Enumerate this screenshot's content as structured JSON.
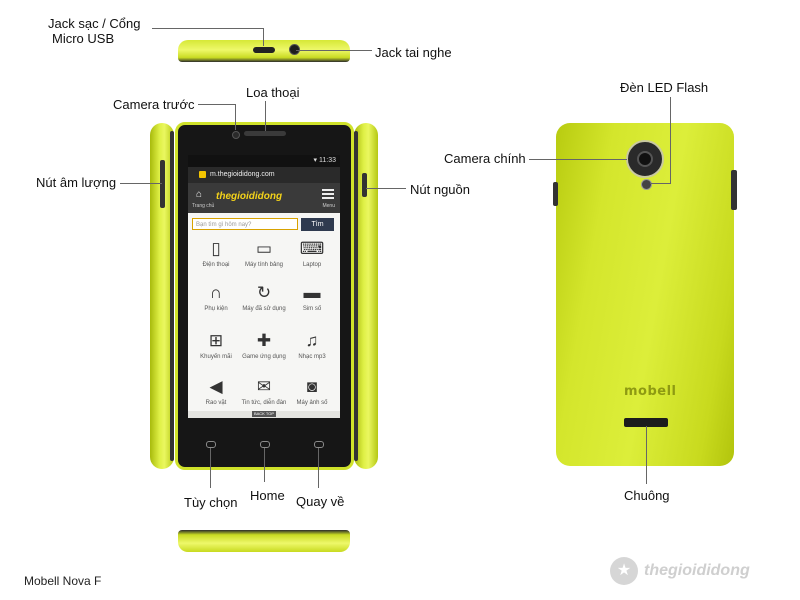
{
  "labels": {
    "charging_port": "Jack sạc / Cổng\nMicro USB",
    "headphone_jack": "Jack tai nghe",
    "front_camera": "Camera trước",
    "earpiece": "Loa thoại",
    "volume_button": "Nút âm lượng",
    "power_button": "Nút nguồn",
    "menu_key": "Tùy chọn",
    "home_key": "Home",
    "back_key": "Quay về",
    "main_camera": "Camera chính",
    "led_flash": "Đèn LED Flash",
    "speaker": "Chuông"
  },
  "phone_screen": {
    "status_time": "11:33",
    "url": "m.thegioididong.com",
    "site_logo": "thegioididong",
    "home_label": "Trang chủ",
    "menu_label": "Menu",
    "search_placeholder": "Bạn tìm gì hôm nay?",
    "search_button": "Tìm",
    "categories": [
      {
        "label": "Điện thoại",
        "icon": "phone-icon"
      },
      {
        "label": "Máy tính bảng",
        "icon": "tablet-icon"
      },
      {
        "label": "Laptop",
        "icon": "laptop-icon"
      },
      {
        "label": "Phụ kiện",
        "icon": "headphones-icon"
      },
      {
        "label": "Máy đã sử dụng",
        "icon": "used-device-icon"
      },
      {
        "label": "Sim số",
        "icon": "sim-icon"
      },
      {
        "label": "Khuyến mãi",
        "icon": "gift-icon"
      },
      {
        "label": "Game ứng dụng",
        "icon": "gamepad-icon"
      },
      {
        "label": "Nhạc mp3",
        "icon": "music-icon"
      },
      {
        "label": "Rao vặt",
        "icon": "megaphone-icon"
      },
      {
        "label": "Tin tức, diễn đàn",
        "icon": "news-icon"
      },
      {
        "label": "Máy ảnh số",
        "icon": "camera-icon"
      }
    ],
    "footer_strip": "BACK TOP"
  },
  "back_brand": "mobell",
  "model_caption": "Mobell Nova F",
  "watermark": "thegioididong"
}
